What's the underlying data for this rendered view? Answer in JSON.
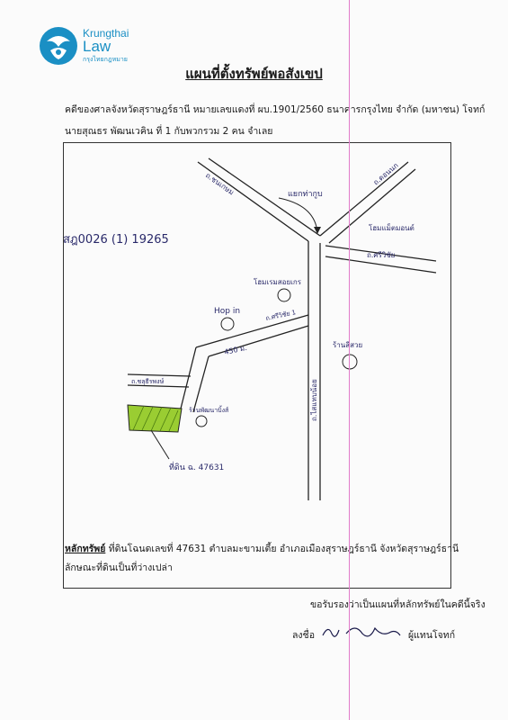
{
  "logo": {
    "brand_line1": "Krungthai",
    "brand_line2": "Law",
    "brand_line3": "กรุงไทยกฎหมาย"
  },
  "title": "แผนที่ตั้งทรัพย์พอสังเขป",
  "case": {
    "line1": "คดีของศาลจังหวัดสุราษฎร์ธานี หมายเลขแดงที่ ผบ.1901/2560 ธนาคารกรุงไทย จำกัด (มหาชน) โจทก์",
    "line2": "นายสุณธร พัฒนเวคิน ที่ 1 กับพวกรวม 2 คน จำเลย"
  },
  "map": {
    "handwritten_ref": "สฎ0026 (1) 19265",
    "labels": {
      "road_nw": "ถ.ชนเกษม",
      "road_ne": "ถ.ดอนนก",
      "junction": "แยกท่ากูบ",
      "road_e": "ถ.ศรีวิชัย",
      "shop_ne": "โฮมแม็ตมอนต์",
      "hotel": "โฮมเรมสอยเกร",
      "hopin": "Hop in",
      "soi": "ถ.ศรีวิชัย 1",
      "distance": "450 ม.",
      "main_road": "ถ.ไสแทบน้อย",
      "restaurant": "ร้านสีสวย",
      "west_road": "ถ.ชลุธีรพงษ์",
      "branch": "ร้านพัฒนาบิ้งส์",
      "parcel": "ที่ดิน ฉ. 47631"
    }
  },
  "asset": {
    "label": "หลักทรัพย์",
    "text": " ที่ดินโฉนดเลขที่ 47631 ตำบลมะขามเตี้ย อำเภอเมืองสุราษฎร์ธานี จังหวัดสุราษฎร์ธานี",
    "line2": "ลักษณะที่ดินเป็นที่ว่างเปล่า"
  },
  "certify": "ขอรับรองว่าเป็นแผนที่หลักทรัพย์ในคดีนี้จริง",
  "sign_label": "ลงชื่อ",
  "signer_role": "ผู้แทนโจทก์",
  "colors": {
    "brand": "#1a8fc4",
    "parcel_fill": "#9acd32",
    "pink_line": "#e27bc9"
  }
}
